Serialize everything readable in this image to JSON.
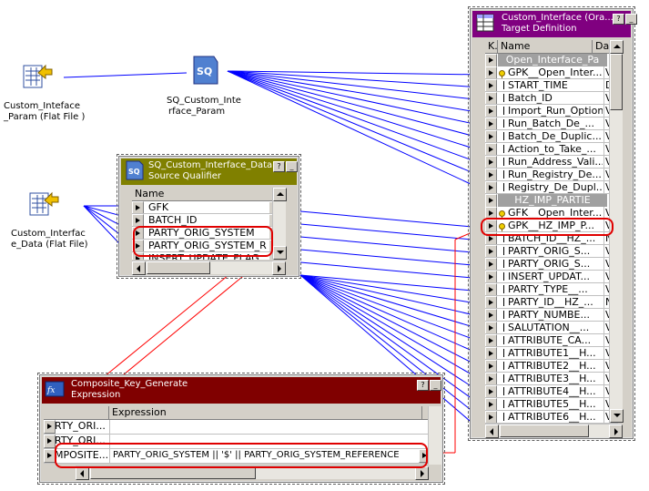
{
  "sources": [
    {
      "label_line1": "Custom_Inteface",
      "label_line2": "_Param (Flat File )",
      "icon": "flat-file-source-icon"
    },
    {
      "label_line1": "Custom_Interfac",
      "label_line2": "e_Data (Flat File)",
      "icon": "flat-file-source-icon"
    }
  ],
  "sq_param": {
    "label_line1": "SQ_Custom_Inte",
    "label_line2": "rface_Param",
    "icon_text": "SQ"
  },
  "sq_data": {
    "title_line1": "SQ_Custom_Interface_Data",
    "title_line2": "Source Qualifier",
    "btn_help": "?",
    "btn_min": "_",
    "column_header": "Name",
    "rows": [
      "GFK",
      "BATCH_ID",
      "PARTY_ORIG_SYSTEM",
      "PARTY_ORIG_SYSTEM_REFERENCE",
      "INSERT_UPDATE_FLAG"
    ]
  },
  "expression": {
    "title_line1": "Composite_Key_Generate",
    "title_line2": "Expression",
    "btn_help": "?",
    "btn_min": "_",
    "column_header": "Expression",
    "rows": [
      {
        "name": "RTY_ORI...",
        "expr": ""
      },
      {
        "name": "RTY_ORI...",
        "expr": ""
      },
      {
        "name": "MPOSITE...",
        "expr": "PARTY_ORIG_SYSTEM  || '$' || PARTY_ORIG_SYSTEM_REFERENCE"
      }
    ]
  },
  "target": {
    "title_line1": "Custom_Interface (Ora...",
    "title_line2": "Target Definition",
    "btn_help": "?",
    "btn_min": "_",
    "col_k": "K.",
    "col_name": "Name",
    "col_type": "Da",
    "group1": "Open_Interface_Pa",
    "group2": "HZ_IMP_PARTIE",
    "rows1": [
      {
        "key": true,
        "name": "GPK__Open_Inter...",
        "type": "Varc"
      },
      {
        "key": false,
        "name": "START_TIME",
        "type": "Dat"
      },
      {
        "key": false,
        "name": "Batch_ID",
        "type": "Varc"
      },
      {
        "key": false,
        "name": "Import_Run_Option",
        "type": "Varc"
      },
      {
        "key": false,
        "name": "Run_Batch_De_...",
        "type": "Varc"
      },
      {
        "key": false,
        "name": "Batch_De_Duplic...",
        "type": "Varc"
      },
      {
        "key": false,
        "name": "Action_to_Take_...",
        "type": "Varc"
      },
      {
        "key": false,
        "name": "Run_Address_Vali...",
        "type": "Varc"
      },
      {
        "key": false,
        "name": "Run_Registry_De...",
        "type": "Varc"
      },
      {
        "key": false,
        "name": "Registry_De_Dupl...",
        "type": "Varc"
      }
    ],
    "rows2": [
      {
        "key": true,
        "name": "GFK__Open_Inter...",
        "type": "Varc"
      },
      {
        "key": true,
        "name": "GPK__HZ_IMP_P...",
        "type": "Varc"
      },
      {
        "key": false,
        "name": "BATCH_ID__HZ_...",
        "type": "Nur"
      },
      {
        "key": false,
        "name": "PARTY_ORIG_S...",
        "type": "Varc"
      },
      {
        "key": false,
        "name": "PARTY_ORIG_S...",
        "type": "Varc"
      },
      {
        "key": false,
        "name": "INSERT_UPDAT...",
        "type": "Varc"
      },
      {
        "key": false,
        "name": "PARTY_TYPE__...",
        "type": "Varc"
      },
      {
        "key": false,
        "name": "PARTY_ID__HZ_...",
        "type": "Nur"
      },
      {
        "key": false,
        "name": "PARTY_NUMBE...",
        "type": "Varc"
      },
      {
        "key": false,
        "name": "SALUTATION__...",
        "type": "Varc"
      },
      {
        "key": false,
        "name": "ATTRIBUTE_CA...",
        "type": "Varc"
      },
      {
        "key": false,
        "name": "ATTRIBUTE1__H...",
        "type": "Varc"
      },
      {
        "key": false,
        "name": "ATTRIBUTE2__H...",
        "type": "Varc"
      },
      {
        "key": false,
        "name": "ATTRIBUTE3__H...",
        "type": "Varc"
      },
      {
        "key": false,
        "name": "ATTRIBUTE4__H...",
        "type": "Varc"
      },
      {
        "key": false,
        "name": "ATTRIBUTE5__H...",
        "type": "Varc"
      },
      {
        "key": false,
        "name": "ATTRIBUTE6__H...",
        "type": "Varc"
      }
    ]
  },
  "colors": {
    "link_blue": "#0000ff",
    "link_red": "#ff0000",
    "highlight": "#e00000",
    "sq_title": "#808000",
    "expr_title": "#800000",
    "target_title": "#800080"
  }
}
